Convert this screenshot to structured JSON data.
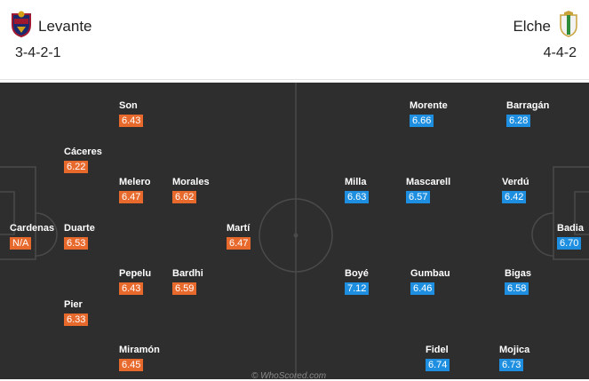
{
  "home": {
    "name": "Levante",
    "formation": "3-4-2-1",
    "players": [
      {
        "name": "Cardenas",
        "rating": "N/A"
      },
      {
        "name": "Cáceres",
        "rating": "6.22"
      },
      {
        "name": "Duarte",
        "rating": "6.53"
      },
      {
        "name": "Pier",
        "rating": "6.33"
      },
      {
        "name": "Son",
        "rating": "6.43"
      },
      {
        "name": "Melero",
        "rating": "6.47"
      },
      {
        "name": "Pepelu",
        "rating": "6.43"
      },
      {
        "name": "Miramón",
        "rating": "6.45"
      },
      {
        "name": "Morales",
        "rating": "6.62"
      },
      {
        "name": "Bardhi",
        "rating": "6.59"
      },
      {
        "name": "Martí",
        "rating": "6.47"
      }
    ]
  },
  "away": {
    "name": "Elche",
    "formation": "4-4-2",
    "players": [
      {
        "name": "Badia",
        "rating": "6.70"
      },
      {
        "name": "Barragán",
        "rating": "6.28"
      },
      {
        "name": "Verdú",
        "rating": "6.42"
      },
      {
        "name": "Bigas",
        "rating": "6.58"
      },
      {
        "name": "Mojica",
        "rating": "6.73"
      },
      {
        "name": "Morente",
        "rating": "6.66"
      },
      {
        "name": "Mascarell",
        "rating": "6.57"
      },
      {
        "name": "Gumbau",
        "rating": "6.46"
      },
      {
        "name": "Fidel",
        "rating": "6.74"
      },
      {
        "name": "Milla",
        "rating": "6.63"
      },
      {
        "name": "Boyé",
        "rating": "7.12"
      }
    ]
  },
  "watermark": "© WhoScored.com",
  "colors": {
    "pitch": "#2e2e2e",
    "home_rating": "#e8692c",
    "away_rating": "#1e8fe0"
  }
}
